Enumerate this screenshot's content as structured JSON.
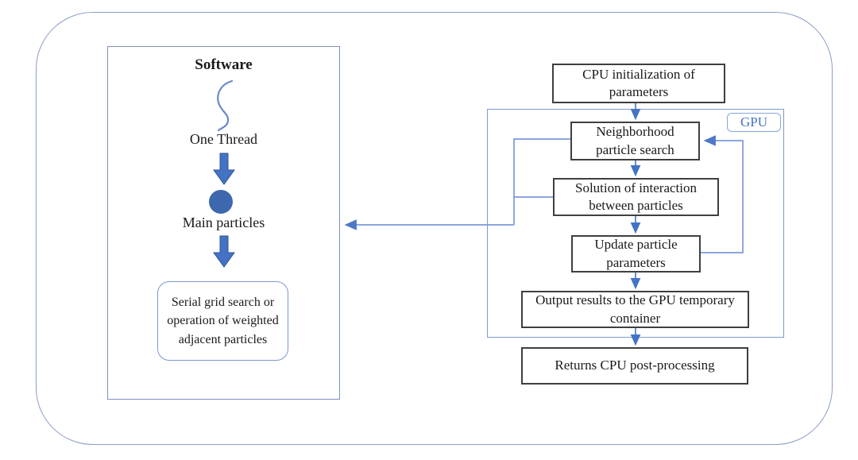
{
  "colors": {
    "accent_blue": "#4472C4",
    "loop_line_blue": "#7C99D8",
    "panel_border_blue": "#8A9CC8",
    "flow_box_border": "#3F3F3F",
    "particle_node_fill": "#3E68AE"
  },
  "icons": {
    "thread_squiggle": "wavy-thread-curve",
    "down_arrow": "thick-down-arrow",
    "particle_node": "filled-circle",
    "flow_arrows": "thin-blue-arrows"
  },
  "software_panel": {
    "title": "Software",
    "one_thread_label": "One Thread",
    "main_particles_label": "Main particles",
    "serial_box_text": "Serial grid search or operation of weighted adjacent particles"
  },
  "gpu_panel": {
    "label": "GPU"
  },
  "flow": {
    "cpu_init": "CPU initialization of parameters",
    "neighborhood": "Neighborhood particle search",
    "solution": "Solution of interaction between particles",
    "update": "Update particle parameters",
    "output": "Output results to the GPU temporary container",
    "returns": "Returns CPU post-processing"
  }
}
